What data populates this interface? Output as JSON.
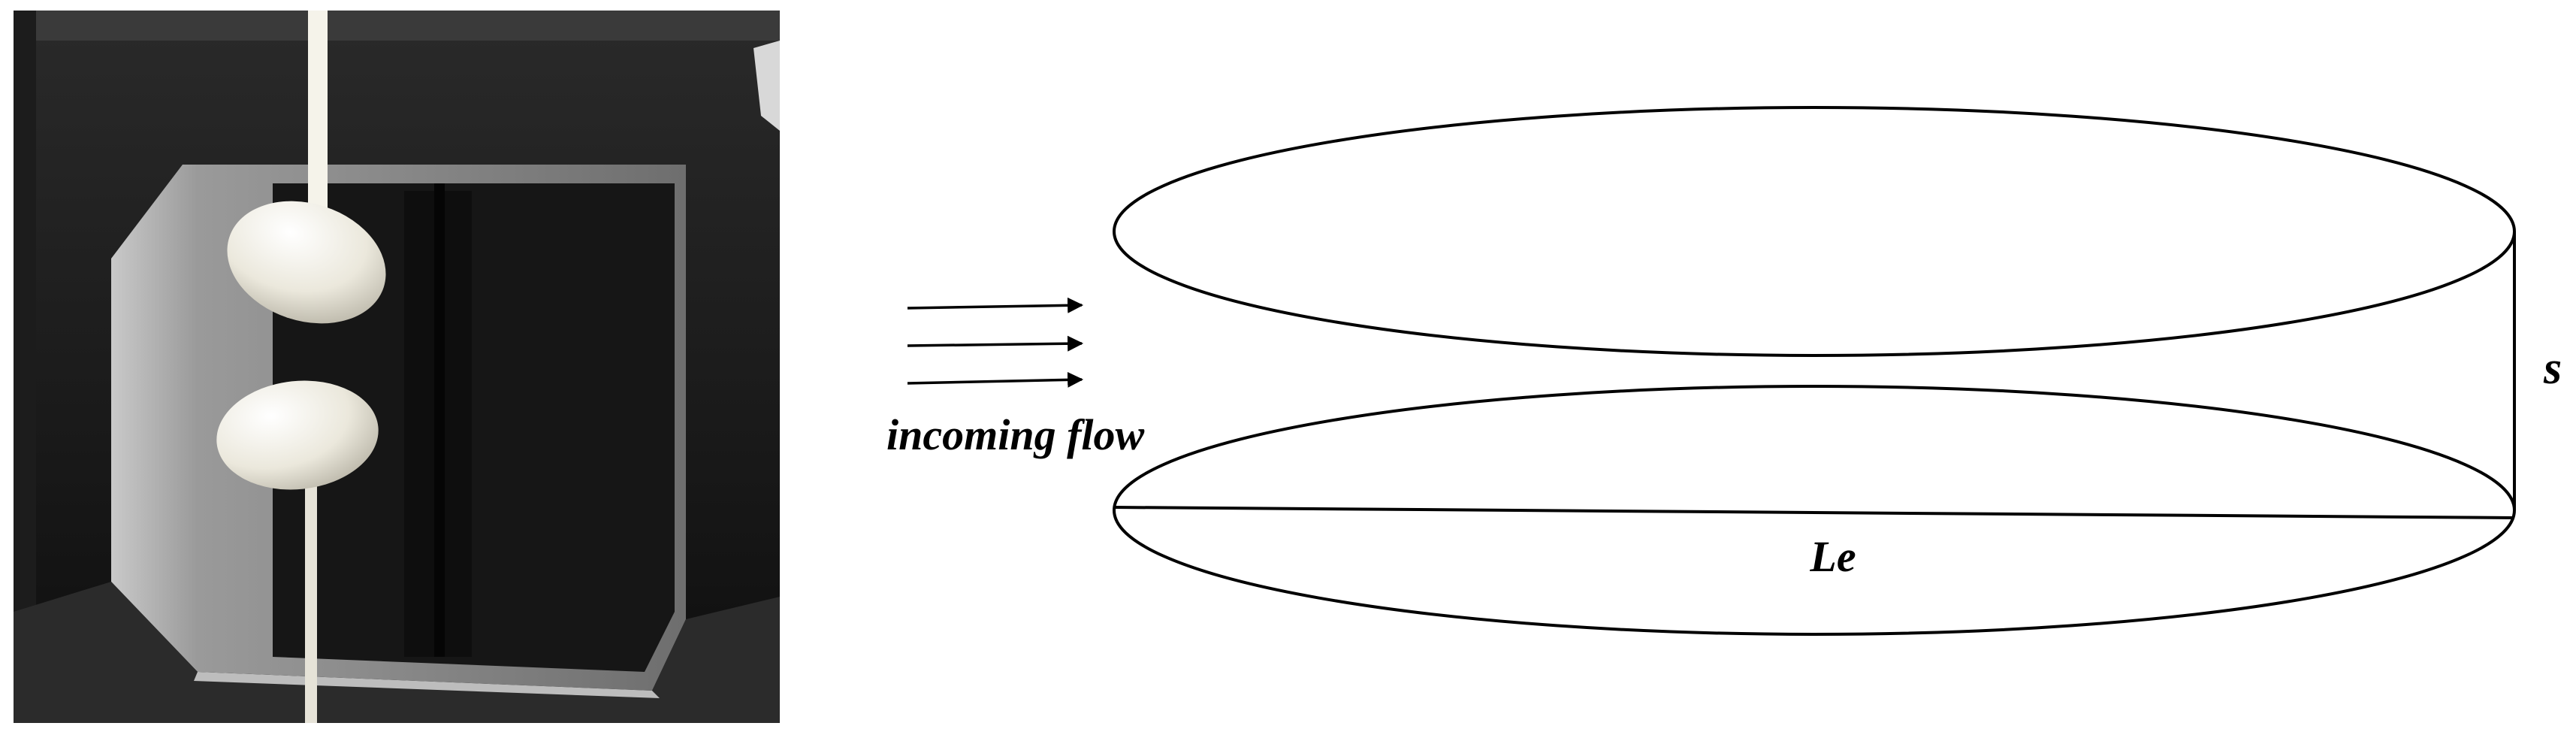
{
  "photo": {
    "description_free": true
  },
  "diagram": {
    "flow_label": "incoming flow",
    "length_label": "Le",
    "spacing_label": "s"
  },
  "colors": {
    "ink": "#000000",
    "paper": "#ffffff",
    "ellipsoid": "#f2f0e6",
    "tunnel_dark": "#141414",
    "wall": "#8c8c8c"
  }
}
